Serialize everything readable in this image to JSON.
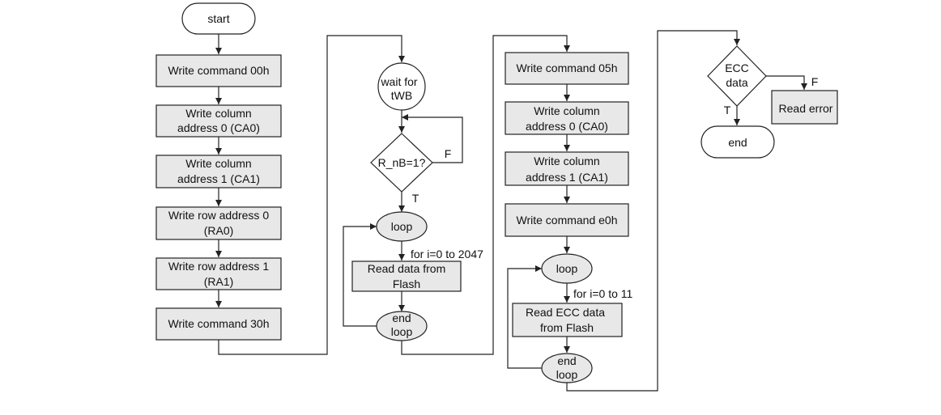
{
  "flowchart": {
    "start": "start",
    "end": "end",
    "col1": [
      [
        "Write command 00h"
      ],
      [
        "Write column",
        "address 0 (CA0)"
      ],
      [
        "Write column",
        "address 1 (CA1)"
      ],
      [
        "Write row address 0",
        "(RA0)"
      ],
      [
        "Write row address 1",
        "(RA1)"
      ],
      [
        "Write command 30h"
      ]
    ],
    "wait": [
      "wait for",
      "tWB"
    ],
    "rnb_decision": "R_nB=1?",
    "rnb_false": "F",
    "rnb_true": "T",
    "loop1": {
      "start": "loop",
      "range": "for i=0 to 2047",
      "body": [
        "Read data from",
        "Flash"
      ],
      "end": [
        "end",
        "loop"
      ]
    },
    "col3": [
      [
        "Write command 05h"
      ],
      [
        "Write column",
        "address 0 (CA0)"
      ],
      [
        "Write column",
        "address 1 (CA1)"
      ],
      [
        "Write command e0h"
      ]
    ],
    "loop2": {
      "start": "loop",
      "range": "for i=0 to 11",
      "body": [
        "Read ECC data",
        "from Flash"
      ],
      "end": [
        "end",
        "loop"
      ]
    },
    "ecc_decision": [
      "ECC",
      "data"
    ],
    "ecc_false": "F",
    "ecc_true": "T",
    "error": "Read error"
  }
}
